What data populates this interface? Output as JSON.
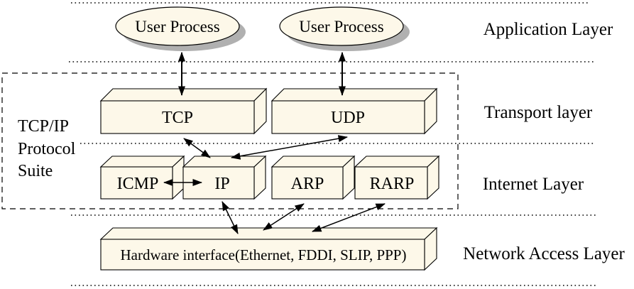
{
  "title": "TCP/IP Protocol Suite layer diagram",
  "colors": {
    "box_fill": "#fdf8e9",
    "shadow": "#b0b0b0",
    "line": "#000000"
  },
  "nodes": {
    "user_process_1": "User Process",
    "user_process_2": "User Process",
    "tcp": "TCP",
    "udp": "UDP",
    "icmp": "ICMP",
    "ip": "IP",
    "arp": "ARP",
    "rarp": "RARP",
    "hardware": "Hardware interface(Ethernet, FDDI, SLIP, PPP)"
  },
  "layers": {
    "application": "Application Layer",
    "transport": "Transport layer",
    "internet": "Internet Layer",
    "network_access": "Network Access Layer"
  },
  "suite_label": {
    "line1": "TCP/IP",
    "line2": "Protocol",
    "line3": "Suite"
  },
  "edges": [
    {
      "from": "User Process",
      "to": "TCP",
      "bidirectional": true
    },
    {
      "from": "User Process",
      "to": "UDP",
      "bidirectional": true
    },
    {
      "from": "TCP",
      "to": "IP",
      "bidirectional": true
    },
    {
      "from": "UDP",
      "to": "IP",
      "bidirectional": true
    },
    {
      "from": "ICMP",
      "to": "IP",
      "bidirectional": true
    },
    {
      "from": "IP",
      "to": "Hardware interface",
      "bidirectional": true
    },
    {
      "from": "ARP",
      "to": "Hardware interface",
      "bidirectional": true
    },
    {
      "from": "RARP",
      "to": "Hardware interface",
      "bidirectional": true
    }
  ]
}
